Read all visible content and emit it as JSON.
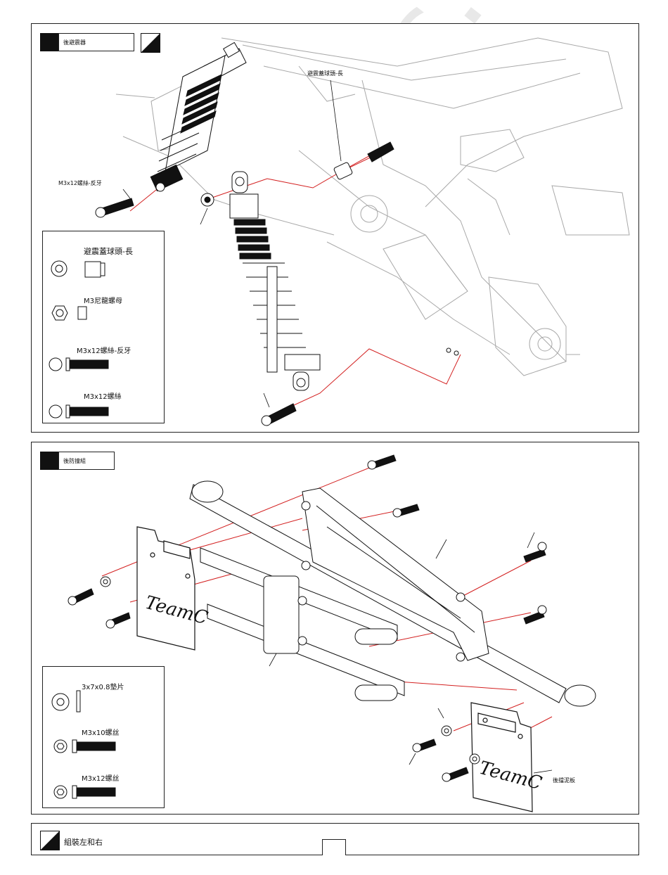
{
  "watermark": "allguides.com",
  "panel1": {
    "header_title": "後避震器",
    "callouts": {
      "ball_end_long": "避震蓋球頭-長",
      "screw_reverse": "M3x12螺絲-反牙"
    },
    "legend": [
      {
        "label": "避震蓋球頭-長",
        "icon": "ball-end-icon"
      },
      {
        "label": "M3尼龍螺母",
        "icon": "nylon-nut-icon"
      },
      {
        "label": "M3x12螺絲-反牙",
        "icon": "screw-icon"
      },
      {
        "label": "M3x12螺絲",
        "icon": "screw-icon"
      }
    ]
  },
  "panel2": {
    "header_title": "後防撞組",
    "callouts": {
      "mud_flap": "後擋泥板"
    },
    "legend": [
      {
        "label": "3x7x0.8墊片",
        "icon": "washer-icon"
      },
      {
        "label": "M3x10螺丝",
        "icon": "screw-icon"
      },
      {
        "label": "M3x12螺丝",
        "icon": "screw-icon"
      }
    ],
    "flap_logo": "TeamC"
  },
  "panel3": {
    "title": "組裝左和右"
  },
  "colors": {
    "guide_line": "#d32020",
    "ink": "#111111",
    "faint_ink": "#9a9a9a"
  }
}
